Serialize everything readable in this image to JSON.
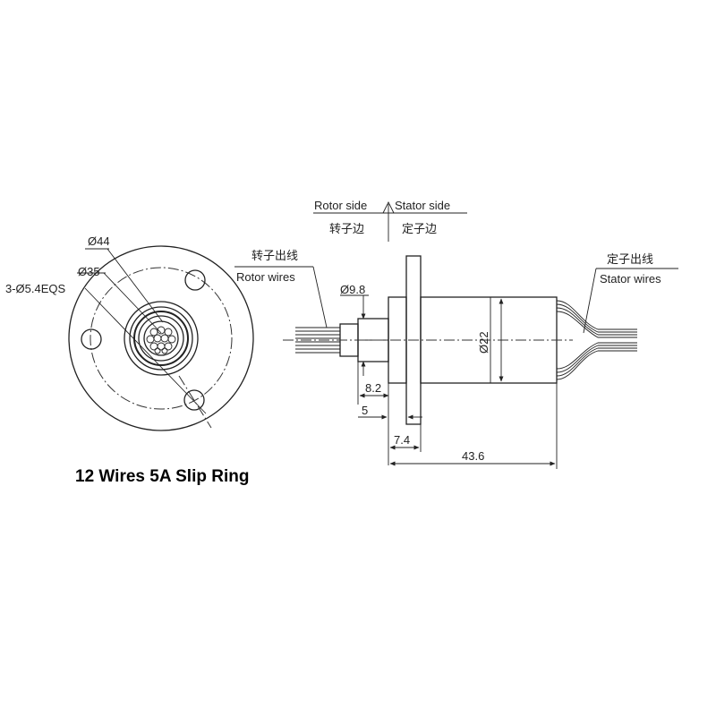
{
  "caption": "12 Wires 5A Slip Ring",
  "front_view": {
    "dim_outer": "Ø44",
    "dim_pcd": "Ø35",
    "dim_holes": "3-Ø5.4EQS"
  },
  "side_view": {
    "rotor_side": "Rotor side",
    "stator_side": "Stator side",
    "rotor_side_cn": "转子边",
    "stator_side_cn": "定子边",
    "rotor_wires_cn": "转子出线",
    "rotor_wires": "Rotor wires",
    "stator_wires_cn": "定子出线",
    "stator_wires": "Stator wires",
    "dim_shaft": "Ø9.8",
    "dim_body": "Ø22",
    "dim_8_2": "8.2",
    "dim_5": "5",
    "dim_7_4": "7.4",
    "dim_43_6": "43.6"
  }
}
